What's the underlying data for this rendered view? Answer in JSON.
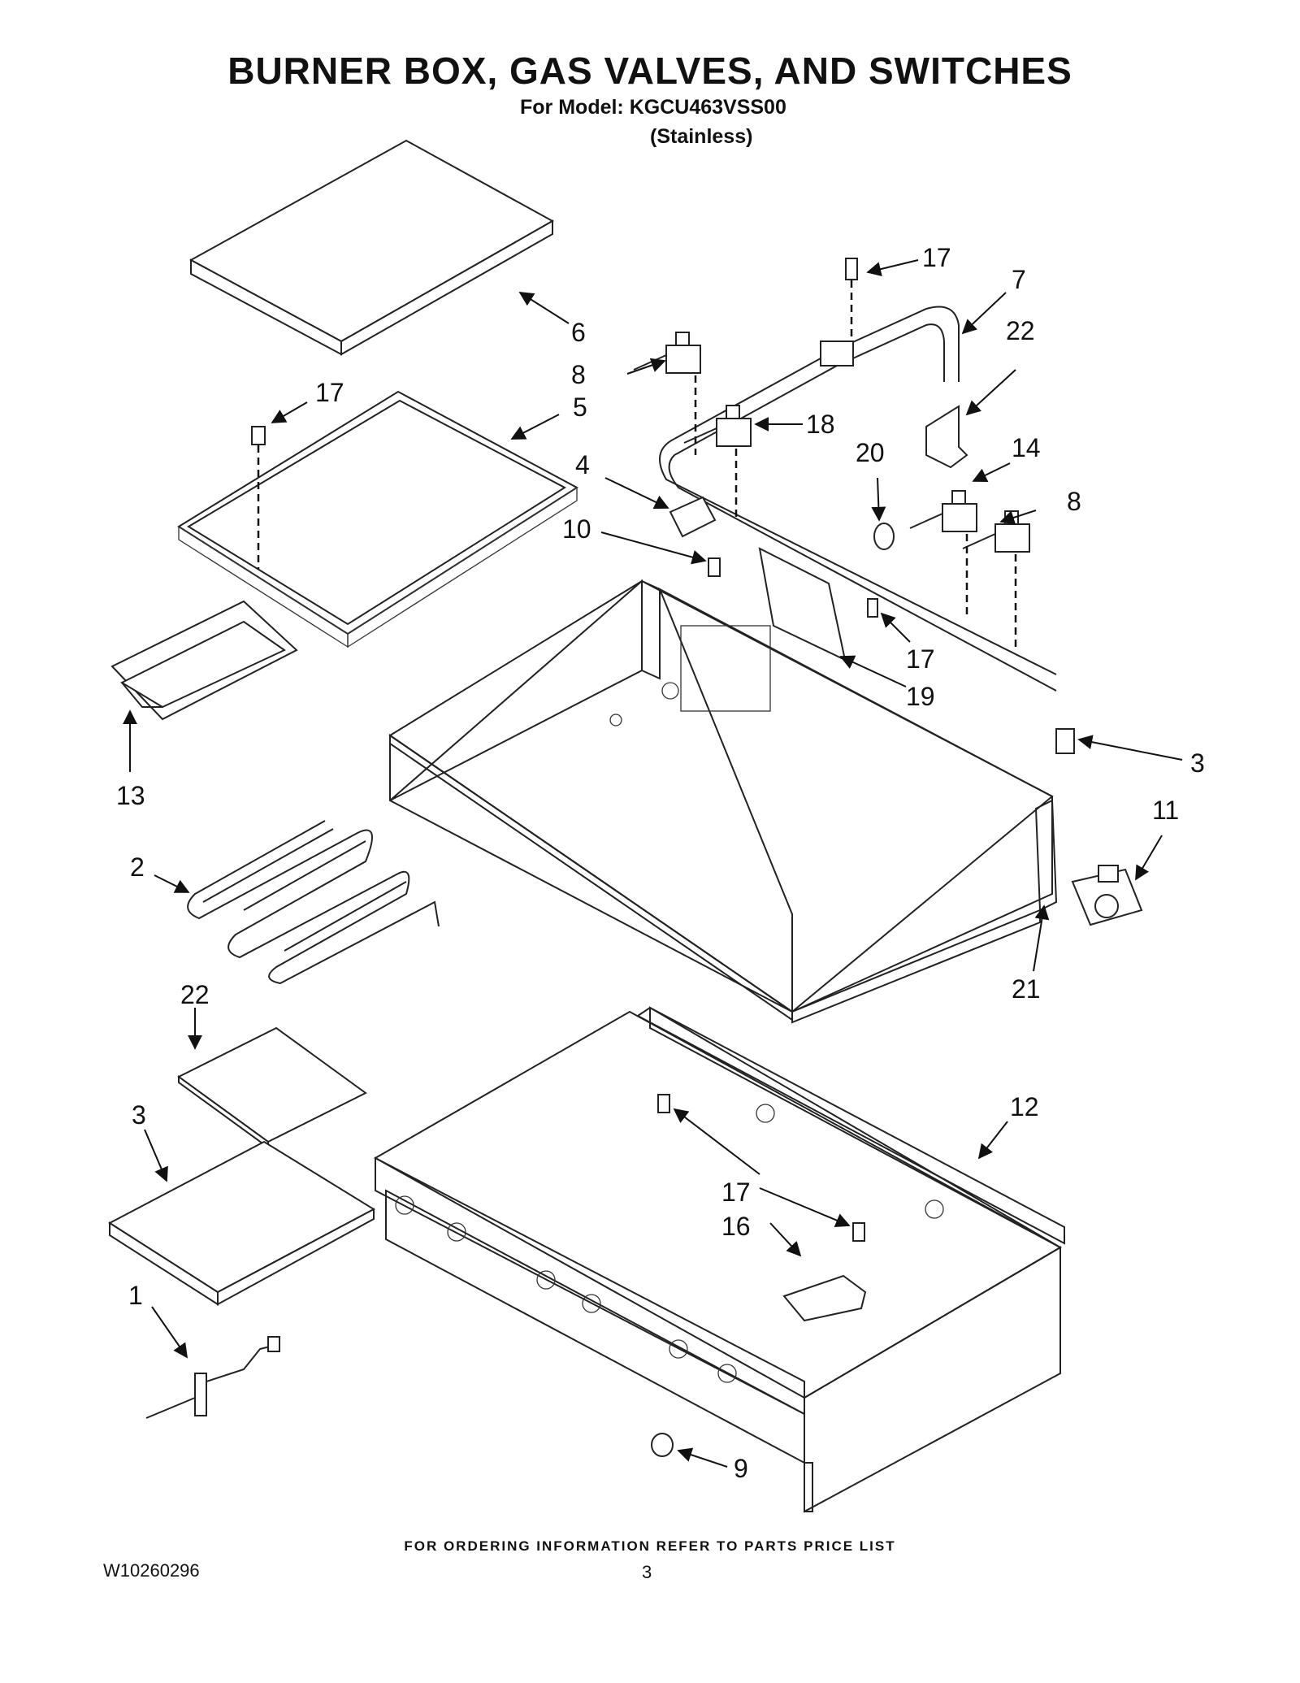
{
  "header": {
    "title": "BURNER BOX, GAS VALVES, AND SWITCHES",
    "model_line": "For Model: KGCU463VSS00",
    "variant": "(Stainless)"
  },
  "callouts": [
    "17",
    "7",
    "22",
    "6",
    "8",
    "18",
    "17",
    "5",
    "4",
    "20",
    "14",
    "8",
    "10",
    "17",
    "19",
    "13",
    "3",
    "11",
    "2",
    "21",
    "22",
    "12",
    "3",
    "17",
    "16",
    "1",
    "9"
  ],
  "footer": {
    "ordering_note": "FOR ORDERING INFORMATION REFER TO PARTS PRICE LIST",
    "doc_number": "W10260296",
    "page_number": "3"
  }
}
